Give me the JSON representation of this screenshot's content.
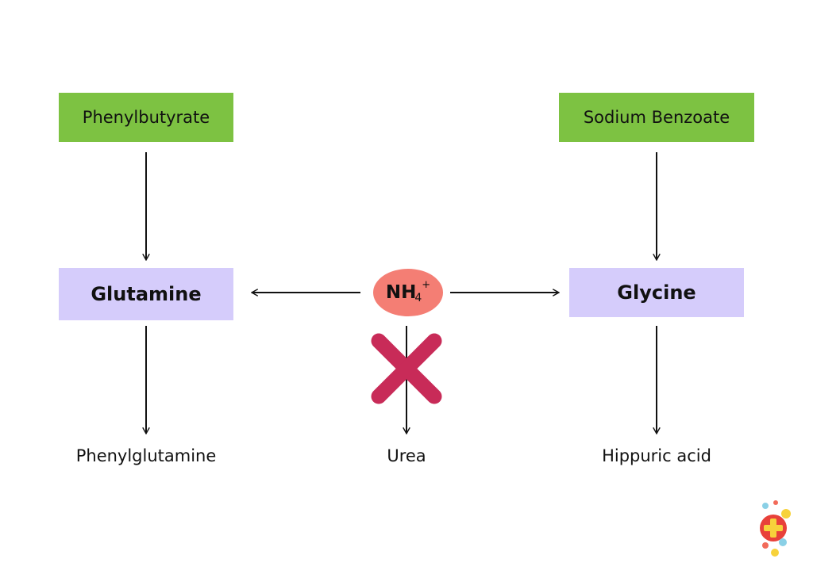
{
  "diagram": {
    "left": {
      "drug": "Phenylbutyrate",
      "carrier": "Glutamine",
      "product": "Phenylglutamine"
    },
    "center": {
      "ion_base": "NH",
      "ion_subscript": "4",
      "ion_superscript": "+",
      "product": "Urea",
      "blocked": true
    },
    "right": {
      "drug": "Sodium Benzoate",
      "carrier": "Glycine",
      "product": "Hippuric acid"
    }
  },
  "colors": {
    "drug_box": "#7dc242",
    "carrier_box": "#d5ccfb",
    "ion_ellipse": "#f47e74",
    "block_cross": "#c82b58"
  },
  "icons": {
    "block": "x-cross-icon",
    "logo": "medical-plus-logo-icon"
  }
}
